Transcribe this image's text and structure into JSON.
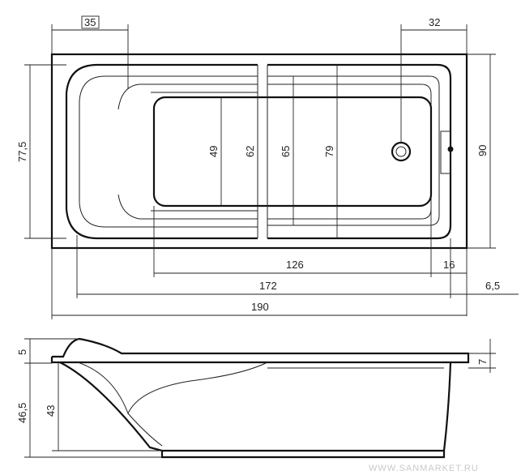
{
  "plan": {
    "top_dims": {
      "headrest": "35",
      "drain_offset": "32"
    },
    "inner_dims": {
      "d49": "49",
      "d62": "62",
      "d65": "65",
      "d79": "79"
    },
    "outer_dims": {
      "left_depth": "77,5",
      "right_depth": "90"
    },
    "length_dims": {
      "d126": "126",
      "d16": "16",
      "d172": "172",
      "d6_5": "6,5",
      "d190": "190"
    }
  },
  "side": {
    "dims": {
      "d5": "5",
      "d46_5": "46,5",
      "d43": "43",
      "d7": "7"
    }
  },
  "watermark": "WWW.SANMARKET.RU"
}
